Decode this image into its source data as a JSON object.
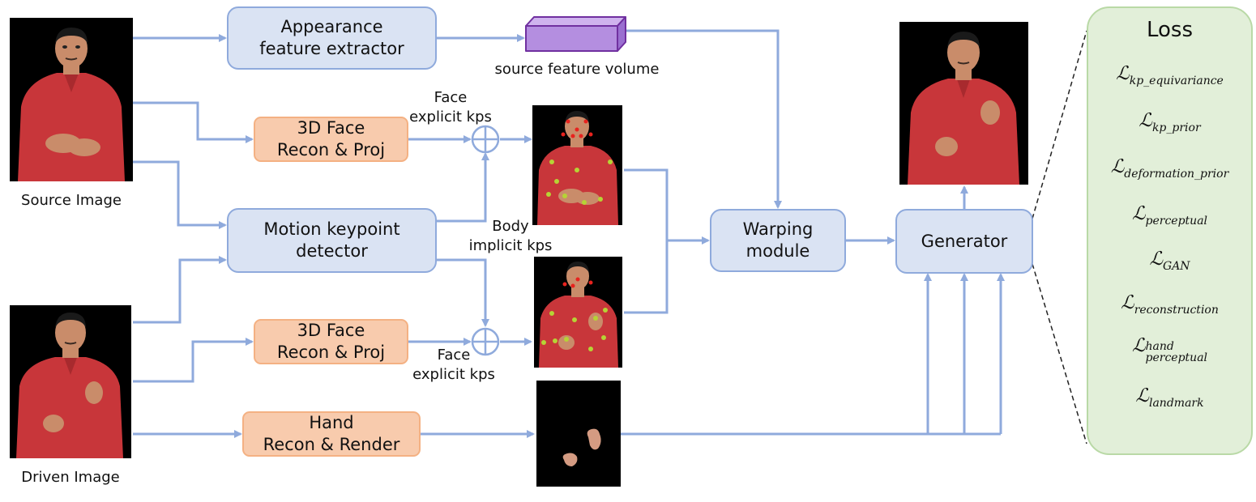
{
  "labels": {
    "source_image": "Source Image",
    "driven_image": "Driven Image",
    "source_feature_volume": "source feature volume",
    "face_kps_top_line1": "Face",
    "face_kps_top_line2": "explicit kps",
    "body_kps_line1": "Body",
    "body_kps_line2": "implicit kps",
    "face_kps_bottom_line1": "Face",
    "face_kps_bottom_line2": "explicit kps"
  },
  "boxes": {
    "appearance_line1": "Appearance",
    "appearance_line2": "feature extractor",
    "face_recon_top_line1": "3D Face",
    "face_recon_top_line2": "Recon & Proj",
    "motion_line1": "Motion keypoint",
    "motion_line2": "detector",
    "face_recon_bottom_line1": "3D Face",
    "face_recon_bottom_line2": "Recon & Proj",
    "hand_line1": "Hand",
    "hand_line2": "Recon & Render",
    "warping_line1": "Warping",
    "warping_line2": "module",
    "generator": "Generator"
  },
  "loss": {
    "title": "Loss",
    "symbol": "ℒ",
    "items": [
      {
        "sub": "kp_equivariance"
      },
      {
        "sub": "kp_prior"
      },
      {
        "sub": "deformation_prior"
      },
      {
        "sub": "perceptual"
      },
      {
        "sub": "GAN"
      },
      {
        "sub": "reconstruction"
      },
      {
        "sub": "perceptual",
        "sup": "hand"
      },
      {
        "sub": "landmark"
      }
    ]
  },
  "colors": {
    "arrow": "#8faadc",
    "box_blue_fill": "#dae3f3",
    "box_orange_fill": "#f8cbad",
    "volume": "#b48ee0",
    "loss_fill": "#e2efd9",
    "shirt": "#c8363a",
    "skin": "#c98c6a",
    "face_kp": "#e8221e",
    "body_kp": "#b6d335"
  }
}
